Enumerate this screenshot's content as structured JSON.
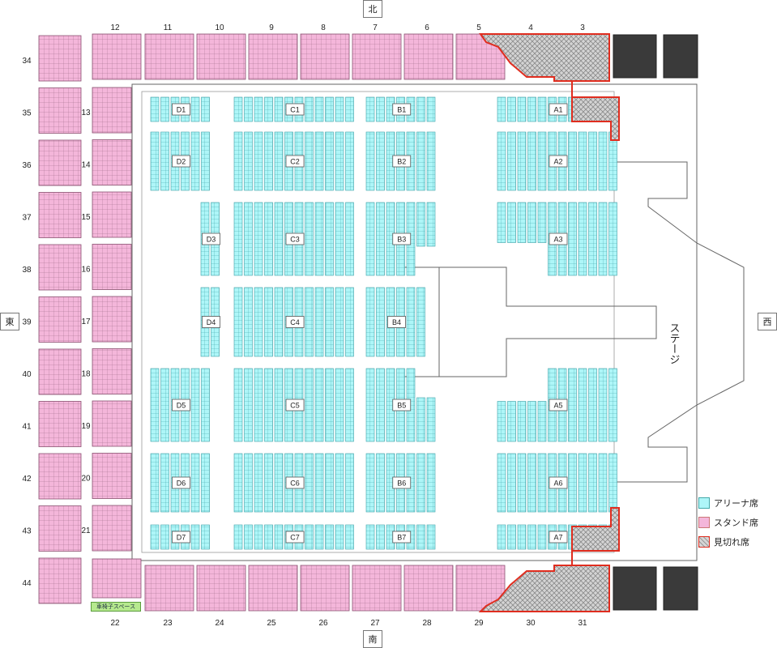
{
  "directions": {
    "north": "北",
    "south": "南",
    "east": "東",
    "west": "西"
  },
  "stage_label": "ステージ",
  "wheelchair_label": "車椅子スペース",
  "legend": [
    {
      "key": "arena",
      "label": "アリーナ席",
      "color": "#aef6f8"
    },
    {
      "key": "stand",
      "label": "スタンド席",
      "color": "#f4b6da"
    },
    {
      "key": "obstructed",
      "label": "見切れ席",
      "color": "#cccccc"
    }
  ],
  "top_stand_numbers": [
    "12",
    "11",
    "10",
    "9",
    "8",
    "7",
    "6",
    "5",
    "4",
    "3"
  ],
  "bottom_stand_numbers": [
    "22",
    "23",
    "24",
    "25",
    "26",
    "27",
    "28",
    "29",
    "30",
    "31"
  ],
  "left_outer_numbers": [
    "34",
    "35",
    "36",
    "37",
    "38",
    "39",
    "40",
    "41",
    "42",
    "43",
    "44"
  ],
  "left_inner_numbers": [
    "13",
    "14",
    "15",
    "16",
    "17",
    "18",
    "19",
    "20",
    "21"
  ],
  "arena_blocks": [
    "D1",
    "C1",
    "B1",
    "A1",
    "D2",
    "C2",
    "B2",
    "A2",
    "D3",
    "C3",
    "B3",
    "A3",
    "D4",
    "C4",
    "B4",
    "D5",
    "C5",
    "B5",
    "A5",
    "D6",
    "C6",
    "B6",
    "A6",
    "D7",
    "C7",
    "B7",
    "A7"
  ],
  "colors": {
    "arena": "#aef6f8",
    "stand": "#f4b6da",
    "obstructed_border": "#e02d1f",
    "closed": "#3a3a3a"
  }
}
